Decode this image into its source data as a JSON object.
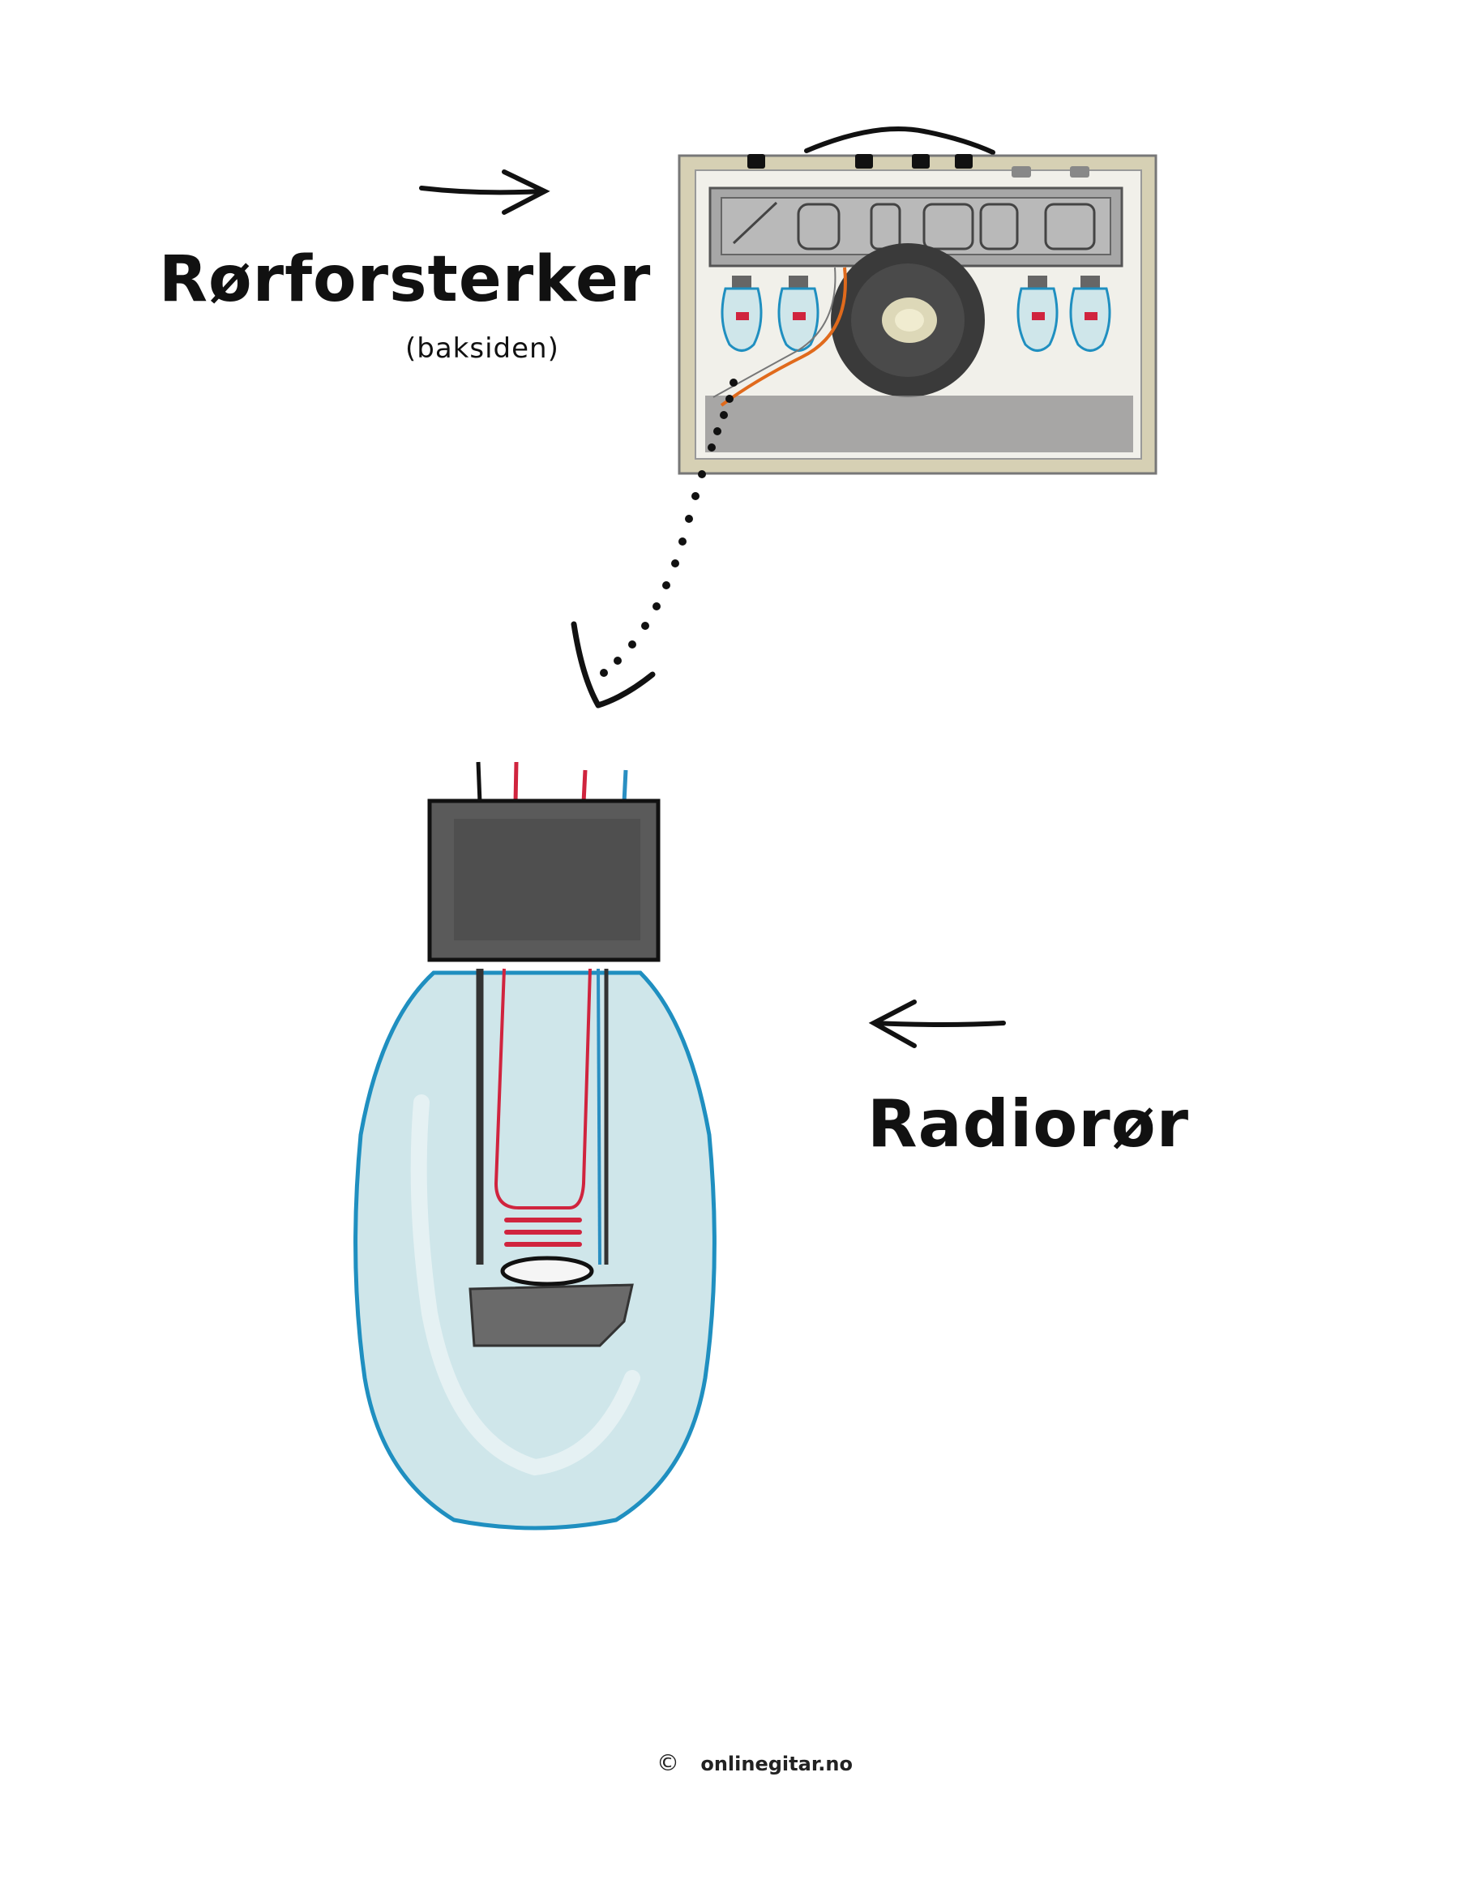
{
  "labels": {
    "amp_title": "Rørforsterker",
    "amp_subtitle": "(baksiden)",
    "tube_title": "Radiorør",
    "copyright_symbol": "©",
    "credit": "onlinegitar.no"
  },
  "colors": {
    "ink": "#111111",
    "amp_frame": "#d6d0b4",
    "amp_panel": "#f1f0ea",
    "control_strip": "#a7a7a7",
    "glass": "#cfe6ea",
    "glass_outline": "#1f8fc0",
    "socket": "#5a5a5a",
    "wire_red": "#d0243e",
    "wire_blue": "#2a8fc2",
    "wire_orange": "#e06a1c",
    "speaker": "#3a3a3a"
  },
  "icons": {
    "amp": "tube-amplifier-back-icon",
    "tube": "vacuum-tube-icon",
    "arrow_to_amp": "arrow-right-icon",
    "arrow_to_tube": "arrow-left-icon",
    "dotted_arrow": "dotted-arrow-down-icon"
  }
}
